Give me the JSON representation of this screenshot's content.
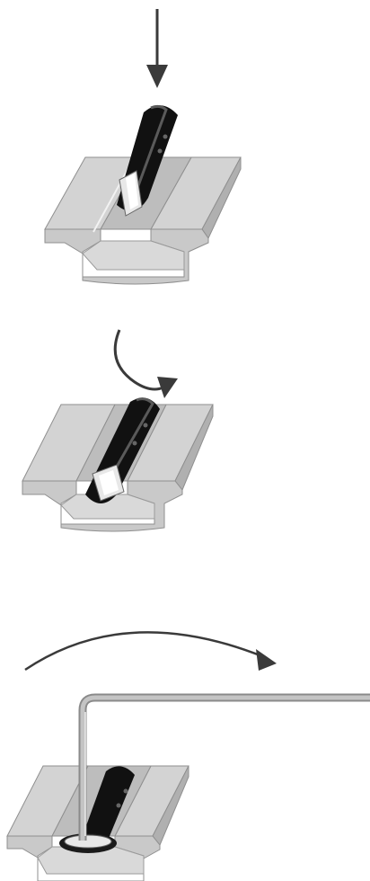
{
  "diagram": {
    "steps": [
      {
        "id": "insert",
        "motion": "push-down-arrow-icon"
      },
      {
        "id": "rotate",
        "motion": "rotate-clockwise-arrow-icon"
      },
      {
        "id": "tighten",
        "motion": "rotate-wide-arc-arrow-icon",
        "tool": "hex-key"
      }
    ],
    "colors": {
      "rail_face": "#c9c9c9",
      "rail_top": "#d7d7d7",
      "rail_edge": "#8f8f8f",
      "slot_floor": "#b5b5b5",
      "fastener_body": "#111111",
      "fastener_highlight": "#5a5a5a",
      "fastener_head": "#e8e8e8",
      "arrow": "#3a3a3a",
      "hex_key": "#a7a7a7"
    }
  }
}
